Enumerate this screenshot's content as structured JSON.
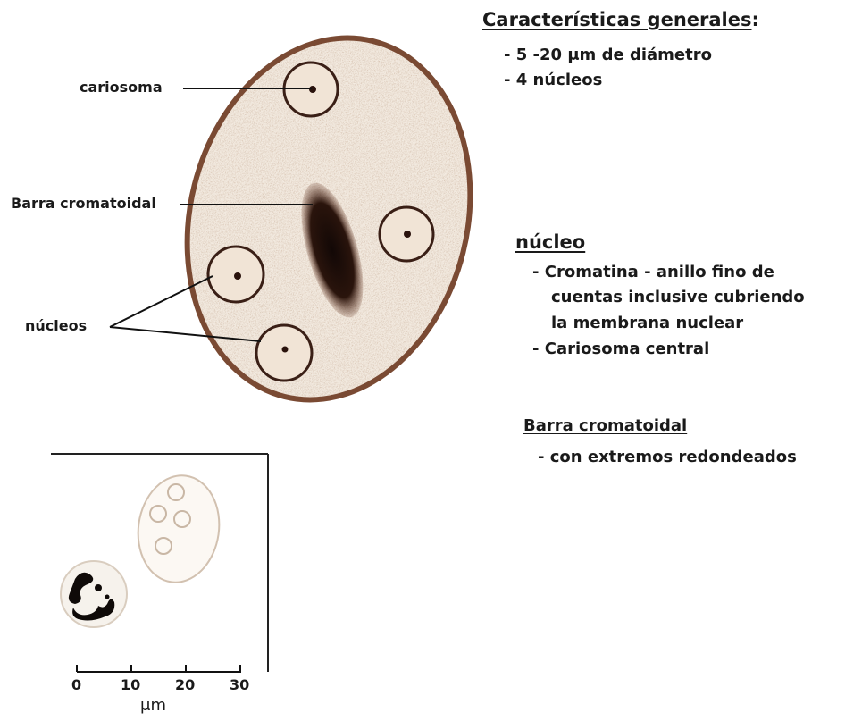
{
  "colors": {
    "text": "#1a1a1a",
    "cell_fill": "#f3ebe1",
    "cell_border": "#7a4a33",
    "bar": "#1a0e0a",
    "scale_ring": "#d2c1b0"
  },
  "diagram": {
    "labels": {
      "cariosoma": "cariosoma",
      "barra": "Barra cromatoidal",
      "nucleos": "núcleos"
    }
  },
  "info": {
    "general": {
      "title": "Características generales",
      "colon": ":",
      "items": [
        "- 5 -20 μm de diámetro",
        "- 4 núcleos"
      ]
    },
    "nucleo": {
      "title": "núcleo",
      "lines": [
        "- Cromatina - anillo fino de",
        "cuentas inclusive cubriendo",
        "la membrana nuclear",
        "- Cariosoma central"
      ]
    },
    "barra": {
      "title": "Barra cromatoidal",
      "items": [
        "- con extremos redondeados"
      ]
    }
  },
  "scale": {
    "ticks": [
      "0",
      "10",
      "20",
      "30"
    ],
    "unit": "μm"
  }
}
